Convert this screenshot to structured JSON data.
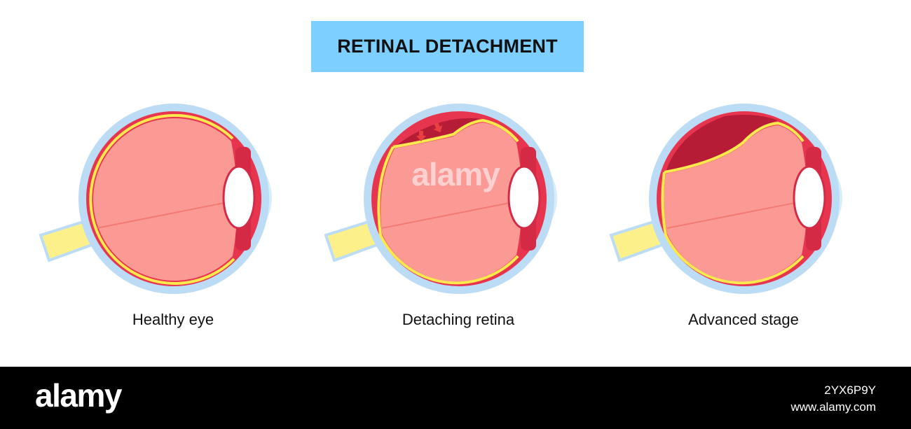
{
  "title": "RETINAL DETACHMENT",
  "stages": [
    {
      "label": "Healthy eye"
    },
    {
      "label": "Detaching retina"
    },
    {
      "label": "Advanced stage"
    }
  ],
  "watermark": "alamy",
  "footer": {
    "logo": "alamy",
    "image_id": "2YX6P9Y",
    "url": "www.alamy.com"
  },
  "colors": {
    "title_bg": "#7dcfff",
    "sclera": "#bcdcf5",
    "choroid": "#e8354f",
    "vitreous": "#fb9a94",
    "retina": "#fbe94d",
    "subretinal_blood": "#b71c36",
    "optic_nerve": "#fbf08a",
    "lens": "#ffffff",
    "cornea": "#d6eefb",
    "arrow": "#e84040"
  }
}
